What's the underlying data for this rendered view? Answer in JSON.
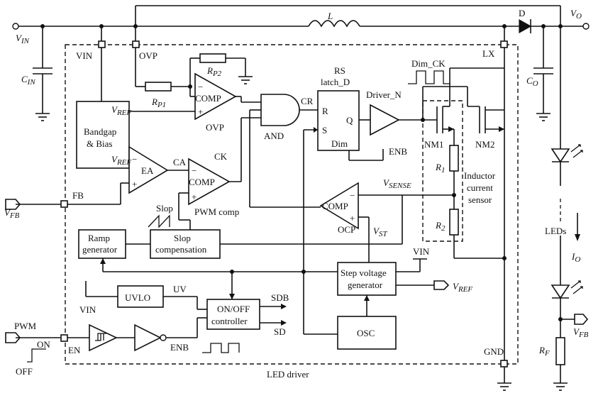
{
  "labels": {
    "vin_node": "VIN",
    "vin_terminal": "V",
    "vin_terminal_sub": "IN",
    "cin": "C",
    "cin_sub": "IN",
    "inductor": "L",
    "diode": "D",
    "vo_terminal": "V",
    "vo_terminal_sub": "O",
    "co": "C",
    "co_sub": "O",
    "pin_vin": "VIN",
    "pin_ovp": "OVP",
    "pin_lx": "LX",
    "pin_fb": "FB",
    "pin_en": "EN",
    "pin_gnd": "GND",
    "rp2": "R",
    "rp2_sub": "P2",
    "rp1": "R",
    "rp1_sub": "P1",
    "comp": "COMP",
    "ovp_label": "OVP",
    "bandgap": "Bandgap",
    "bias": "& Bias",
    "vref_in": "V",
    "vref_in_sub": "REF",
    "vref_out": "V",
    "vref_out_sub": "REF",
    "ea": "EA",
    "ca": "CA",
    "ck": "CK",
    "pwm_comp": "PWM comp",
    "slop": "Slop",
    "ramp_generator": "Ramp",
    "ramp_generator2": "generator",
    "slop_comp": "Slop",
    "slop_comp2": "compensation",
    "and_label": "AND",
    "cr": "CR",
    "rs_title": "RS",
    "rs_title2": "latch_D",
    "r_pin": "R",
    "s_pin": "S",
    "q_pin": "Q",
    "dim_pin": "Dim",
    "driver_n": "Driver_N",
    "dim_ck": "Dim_CK",
    "enb": "ENB",
    "nm1": "NM1",
    "nm2": "NM2",
    "r1": "R",
    "r1_sub": "1",
    "r2": "R",
    "r2_sub": "2",
    "inductor_sensor": "Inductor",
    "inductor_sensor2": "current",
    "inductor_sensor3": "sensor",
    "vsense": "V",
    "vsense_sub": "SENSE",
    "vst": "V",
    "vst_sub": "ST",
    "ocp": "OCP",
    "vin_small": "VIN",
    "step_voltage": "Step voltage",
    "step_voltage2": "generator",
    "vref_step": "V",
    "vref_step_sub": "REF",
    "uvlo": "UVLO",
    "uv": "UV",
    "vin_uvlo": "VIN",
    "onoff": "ON/OFF",
    "onoff2": "controller",
    "sdb": "SDB",
    "sd": "SD",
    "osc": "OSC",
    "pwm": "PWM",
    "on": "ON",
    "off": "OFF",
    "enb_bottom": "ENB",
    "leds": "LEDs",
    "io": "I",
    "io_sub": "O",
    "vfb": "V",
    "vfb_sub": "FB",
    "rf": "R",
    "rf_sub": "F",
    "led_driver": "LED driver"
  }
}
